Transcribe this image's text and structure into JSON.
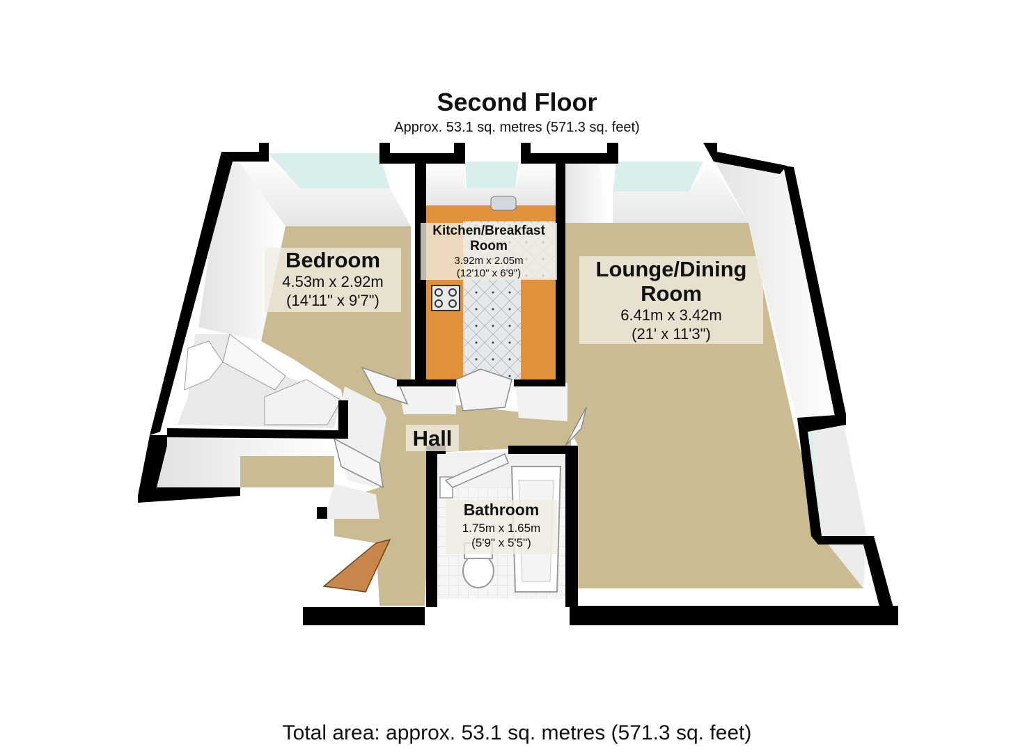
{
  "floor": {
    "title": "Second Floor",
    "area": "Approx. 53.1 sq. metres (571.3 sq. feet)"
  },
  "total_area": "Total area: approx. 53.1 sq. metres (571.3 sq. feet)",
  "rooms": {
    "bedroom": {
      "name": "Bedroom",
      "metric": "4.53m x 2.92m",
      "imperial": "(14'11\" x 9'7\")"
    },
    "kitchen": {
      "name_line1": "Kitchen/Breakfast",
      "name_line2": "Room",
      "metric": "3.92m x 2.05m",
      "imperial": "(12'10\" x 6'9\")"
    },
    "lounge": {
      "name_line1": "Lounge/Dining",
      "name_line2": "Room",
      "metric": "6.41m x 3.42m",
      "imperial": "(21' x 11'3\")"
    },
    "hall": {
      "name": "Hall"
    },
    "bathroom": {
      "name": "Bathroom",
      "metric": "1.75m x 1.65m",
      "imperial": "(5'9\" x 5'5\")"
    }
  },
  "colors": {
    "carpet": "#cbbb93",
    "kitchen_worktop": "#e0923a",
    "kitchen_floor": "#e6e9ec",
    "wall": "#000000",
    "wall_face": "#f4f4f4",
    "window": "#d9efee",
    "door": "#c8864a"
  }
}
